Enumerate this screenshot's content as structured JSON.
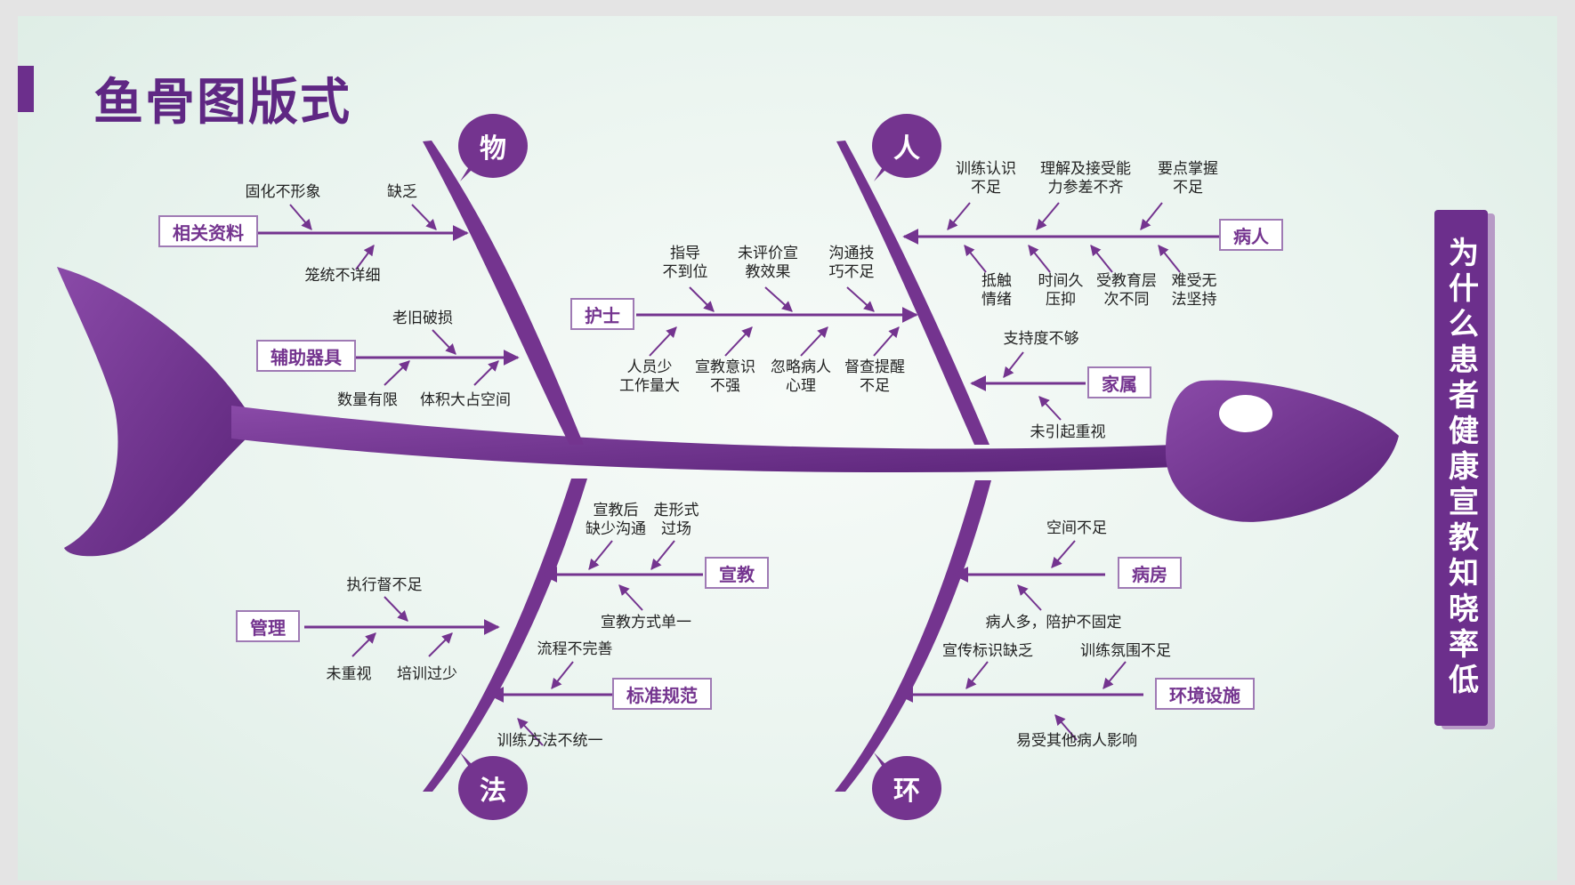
{
  "title": "鱼骨图版式",
  "problem": "为什么患者健康宣教知晓率低",
  "colors": {
    "primary": "#74348f",
    "box_border": "#9f7ab4",
    "background": "#eaf4ef"
  },
  "categories": {
    "wu": {
      "label": "物",
      "sub": [
        {
          "label": "相关资料",
          "causes": [
            "固化不形象",
            "缺乏",
            "笼统不详细"
          ]
        },
        {
          "label": "辅助器具",
          "causes": [
            "老旧破损",
            "数量有限",
            "体积大占空间"
          ]
        }
      ]
    },
    "ren": {
      "label": "人",
      "sub": [
        {
          "label": "护士",
          "causes": [
            "指导\n不到位",
            "未评价宣\n教效果",
            "沟通技\n巧不足",
            "人员少\n工作量大",
            "宣教意识\n不强",
            "忽略病人\n心理",
            "督查提醒\n不足"
          ]
        },
        {
          "label": "病人",
          "causes": [
            "训练认识\n不足",
            "理解及接受能\n力参差不齐",
            "要点掌握\n不足",
            "抵触\n情绪",
            "时间久\n压抑",
            "受教育层\n次不同",
            "难受无\n法坚持"
          ]
        },
        {
          "label": "家属",
          "causes": [
            "支持度不够",
            "未引起重视"
          ]
        }
      ]
    },
    "fa": {
      "label": "法",
      "sub": [
        {
          "label": "宣教",
          "causes": [
            "宣教后\n缺少沟通",
            "走形式\n过场",
            "宣教方式单一"
          ]
        },
        {
          "label": "管理",
          "causes": [
            "执行督不足",
            "未重视",
            "培训过少"
          ]
        },
        {
          "label": "标准规范",
          "causes": [
            "流程不完善",
            "训练方法不统一"
          ]
        }
      ]
    },
    "huan": {
      "label": "环",
      "sub": [
        {
          "label": "病房",
          "causes": [
            "空间不足",
            "病人多，陪护不固定"
          ]
        },
        {
          "label": "环境设施",
          "causes": [
            "宣传标识缺乏",
            "训练氛围不足",
            "易受其他病人影响"
          ]
        }
      ]
    }
  }
}
